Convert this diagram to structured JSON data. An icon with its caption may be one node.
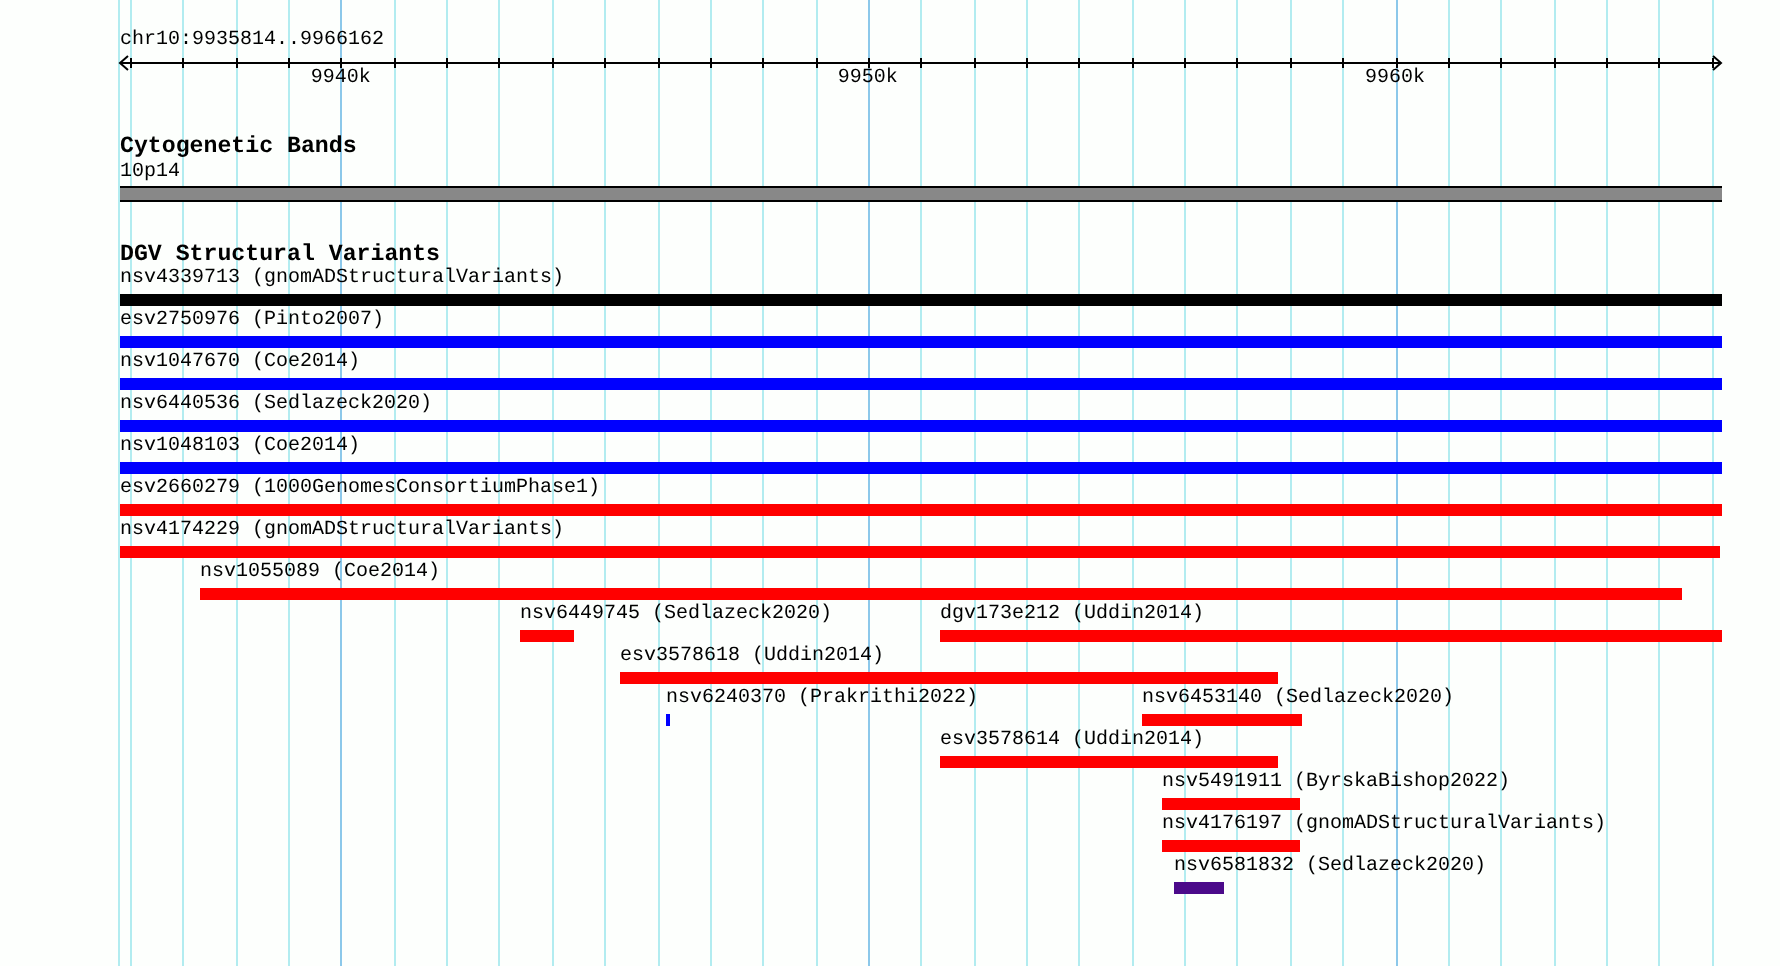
{
  "diagram": {
    "nodes": [
      {
        "text": [
          "10p14"
        ]
      },
      {
        "text": [
          "nsv4339713 (gnomADStructuralVariants)"
        ]
      },
      {
        "text": [
          "esv2750976 (Pinto2007)"
        ]
      },
      {
        "text": [
          "nsv1047670 (Coe2014)"
        ]
      },
      {
        "text": [
          "nsv6440536 (Sedlazeck2020)"
        ]
      },
      {
        "text": [
          "nsv1048103 (Coe2014)"
        ]
      },
      {
        "text": [
          "esv2660279 (1000GenomesConsortiumPhase1)"
        ]
      },
      {
        "text": [
          "nsv4174229 (gnomADStructuralVariants)"
        ]
      },
      {
        "text": [
          "nsv1055089 (Coe2014)"
        ]
      },
      {
        "text": [
          "nsv6449745 (Sedlazeck2020)"
        ]
      },
      {
        "text": [
          "dgv173e212 (Uddin2014)"
        ]
      },
      {
        "text": [
          "esv3578618 (Uddin2014)"
        ]
      },
      {
        "text": [
          "nsv6240370 (Prakrithi2022)"
        ]
      },
      {
        "text": [
          "nsv6453140 (Sedlazeck2020)"
        ]
      },
      {
        "text": [
          "esv3578614 (Uddin2014)"
        ]
      },
      {
        "text": [
          "nsv5491911 (ByrskaBishop2022)"
        ]
      },
      {
        "text": [
          "nsv4176197 (gnomADStructuralVariants)"
        ]
      },
      {
        "text": [
          "nsv6581832 (Sedlazeck2020)"
        ]
      }
    ],
    "edges": [],
    "labels": [
      "chr10:9935814..9966162",
      "9940k",
      "9950k",
      "9960k",
      "Cytogenetic Bands",
      "DGV Structural Variants"
    ]
  }
}
